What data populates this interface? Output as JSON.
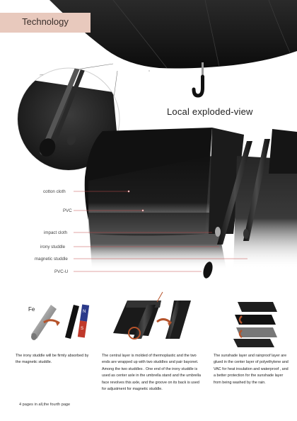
{
  "header": {
    "tag": "Technology",
    "subtitle": "Local exploded-view"
  },
  "colors": {
    "tag_bg": "#e8c9bd",
    "callout_line": "#c44a4a",
    "canopy": "#141414",
    "arrow": "#b5532b"
  },
  "layers": [
    {
      "label": "cotton cloth"
    },
    {
      "label": "PVC"
    },
    {
      "label": "impact cloth"
    },
    {
      "label": "irony studdle"
    },
    {
      "label": "magnetic studdle"
    },
    {
      "label": "PVC-U"
    }
  ],
  "magnet": {
    "symbol": "Fe",
    "n_label": "N",
    "s_label": "S"
  },
  "panels": [
    {
      "text": "The irony studdle will be firmly absorbed by the magnetic studdle."
    },
    {
      "text": "The central layer is molded of thermoplastic and the two ends are wrapped up with two studdles and pair bayonet. Among the two studdles . One end of the irony studdle is used as center axle in the umbrella stand and the umbrella face revolves this axle, and the groove on its back is used for adjustment for magnetic studdle."
    },
    {
      "text": "The sunshade layer and rainproof layer are glued in the center layer of polyethylene and VAC for heat insulation and waterproof , and a better protection for the sunshade layer from being washed by the rain."
    }
  ],
  "footer": "4 pages in all,the fourth page"
}
